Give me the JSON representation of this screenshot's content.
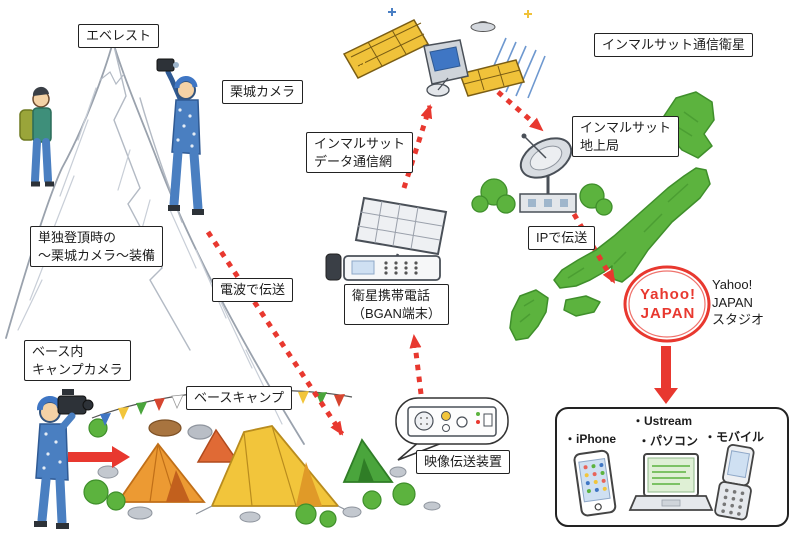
{
  "labels": {
    "everest": "エベレスト",
    "kuriki_camera": "栗城カメラ",
    "solo1": "単独登頂時の",
    "solo2": "～栗城カメラ～装備",
    "radio": "電波で伝送",
    "net1": "インマルサット",
    "net2": "データ通信網",
    "sat": "インマルサット通信衛星",
    "ground1": "インマルサット",
    "ground2": "地上局",
    "ip": "IPで伝送",
    "bgan1": "衛星携帯電話",
    "bgan2": "（BGAN端末）",
    "basecam1": "ベース内",
    "basecam2": "キャンプカメラ",
    "basecamp": "ベースキャンプ",
    "video": "映像伝送装置",
    "yahoo1": "Yahoo!",
    "yahoo2": "JAPAN",
    "studio1": "Yahoo!",
    "studio2": "JAPAN",
    "studio3": "スタジオ"
  },
  "devices": {
    "iphone": "・iPhone",
    "ustream": "・Ustream",
    "pc": "・パソコン",
    "mobile": "・モバイル"
  },
  "colors": {
    "arrow_red": "#e8382f",
    "map_green": "#5cb33e",
    "tent_yellow": "#f2c53b",
    "tent_orange": "#ec9a33",
    "suit_blue": "#4a7fc1",
    "ink": "#222222"
  }
}
